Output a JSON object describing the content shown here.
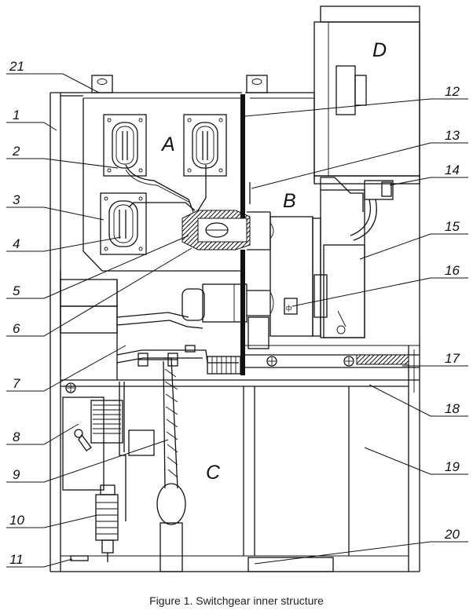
{
  "diagram": {
    "sections": {
      "A": "A",
      "B": "B",
      "C": "C",
      "D": "D"
    },
    "callouts": {
      "n1": "1",
      "n2": "2",
      "n3": "3",
      "n4": "4",
      "n5": "5",
      "n6": "6",
      "n7": "7",
      "n8": "8",
      "n9": "9",
      "n10": "10",
      "n11": "11",
      "n12": "12",
      "n13": "13",
      "n14": "14",
      "n15": "15",
      "n16": "16",
      "n17": "17",
      "n18": "18",
      "n19": "19",
      "n20": "20",
      "n21": "21"
    },
    "caption": "Figure 1. Switchgear inner structure",
    "style": {
      "line_color": "#111111",
      "background": "#ffffff"
    }
  }
}
